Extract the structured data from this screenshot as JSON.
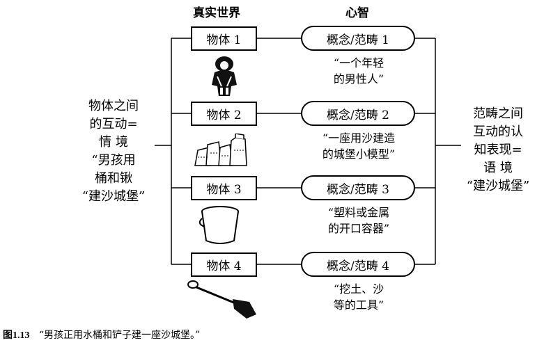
{
  "headers": {
    "real_world": "真实世界",
    "mind": "心智"
  },
  "objects": [
    {
      "label": "物体 1"
    },
    {
      "label": "物体 2"
    },
    {
      "label": "物体 3"
    },
    {
      "label": "物体 4"
    }
  ],
  "concepts": [
    {
      "label": "概念/范畴  1",
      "desc_line1": "“一个年轻",
      "desc_line2": "的男性人”"
    },
    {
      "label": "概念/范畴  2",
      "desc_line1": "“一座用沙建造",
      "desc_line2": "的城堡小模型”"
    },
    {
      "label": "概念/范畴  3",
      "desc_line1": "“塑料或金属",
      "desc_line2": "的开口容器”"
    },
    {
      "label": "概念/范畴  4",
      "desc_line1": "“挖土、沙",
      "desc_line2": "等的工具”"
    }
  ],
  "left_note": {
    "line1": "物体之间",
    "line2": "的互动=",
    "line3": "情  境",
    "line4": "“男孩用",
    "line5": "桶和锹",
    "line6": "“建沙城堡”"
  },
  "right_note": {
    "line1": "范畴之间",
    "line2": "互动的认",
    "line3": "知表现=",
    "line4": "语  境",
    "line5": "“建沙城堡”"
  },
  "caption": {
    "number": "图1.13",
    "text": "“男孩正用水桶和铲子建一座沙城堡。”"
  }
}
